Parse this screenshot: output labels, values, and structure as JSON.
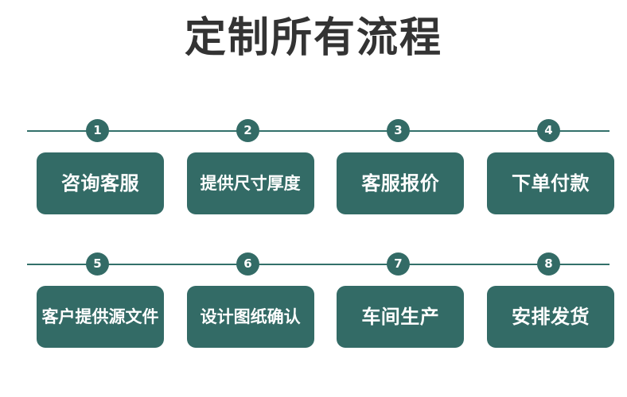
{
  "page": {
    "title": "定制所有流程",
    "background_color": "#ffffff",
    "title_color": "#333333",
    "accent_color": "#336b66",
    "line_color": "#33706a",
    "card_text_color": "#ffffff"
  },
  "flow": {
    "rows": [
      {
        "steps": [
          {
            "number": "1",
            "label": "咨询客服"
          },
          {
            "number": "2",
            "label": "提供尺寸厚度"
          },
          {
            "number": "3",
            "label": "客服报价"
          },
          {
            "number": "4",
            "label": "下单付款"
          }
        ]
      },
      {
        "steps": [
          {
            "number": "5",
            "label": "客户提供源文件"
          },
          {
            "number": "6",
            "label": "设计图纸确认"
          },
          {
            "number": "7",
            "label": "车间生产"
          },
          {
            "number": "8",
            "label": "安排发货"
          }
        ]
      }
    ]
  }
}
